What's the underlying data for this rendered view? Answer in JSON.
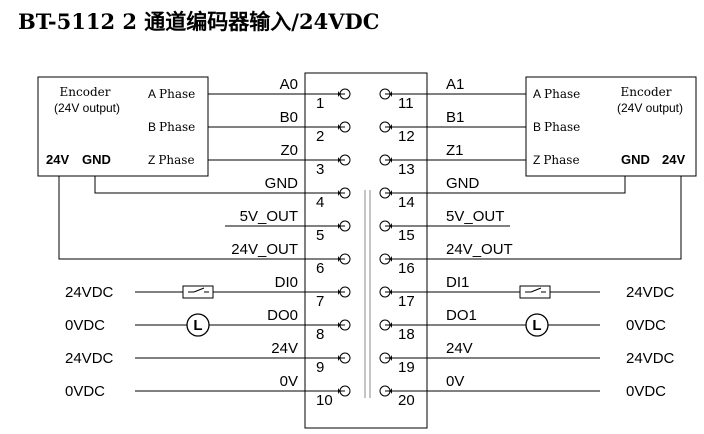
{
  "title": "BT-5112 2 通道编码器输入/24VDC",
  "encoder_left": {
    "name": "Encoder",
    "subtitle": "(24V output)",
    "phases": [
      {
        "letter": "A",
        "word": "Phase"
      },
      {
        "letter": "B",
        "word": "Phase"
      },
      {
        "letter": "Z",
        "word": "Phase"
      }
    ],
    "power_24v": "24V",
    "power_gnd": "GND"
  },
  "encoder_right": {
    "name": "Encoder",
    "subtitle": "(24V output)",
    "phases": [
      {
        "letter": "A",
        "word": "Phase"
      },
      {
        "letter": "B",
        "word": "Phase"
      },
      {
        "letter": "Z",
        "word": "Phase"
      }
    ],
    "power_gnd": "GND",
    "power_24v": "24V"
  },
  "terminals_left": [
    {
      "num": "1",
      "signal": "A0"
    },
    {
      "num": "2",
      "signal": "B0"
    },
    {
      "num": "3",
      "signal": "Z0"
    },
    {
      "num": "4",
      "signal": "GND"
    },
    {
      "num": "5",
      "signal": "5V_OUT"
    },
    {
      "num": "6",
      "signal": "24V_OUT"
    },
    {
      "num": "7",
      "signal": "DI0"
    },
    {
      "num": "8",
      "signal": "DO0"
    },
    {
      "num": "9",
      "signal": "24V"
    },
    {
      "num": "10",
      "signal": "0V"
    }
  ],
  "terminals_right": [
    {
      "num": "11",
      "signal": "A1"
    },
    {
      "num": "12",
      "signal": "B1"
    },
    {
      "num": "13",
      "signal": "Z1"
    },
    {
      "num": "14",
      "signal": "GND"
    },
    {
      "num": "15",
      "signal": "5V_OUT"
    },
    {
      "num": "16",
      "signal": "24V_OUT"
    },
    {
      "num": "17",
      "signal": "DI1"
    },
    {
      "num": "18",
      "signal": "DO1"
    },
    {
      "num": "19",
      "signal": "24V"
    },
    {
      "num": "20",
      "signal": "0V"
    }
  ],
  "supply_left": [
    "24VDC",
    "0VDC",
    "24VDC",
    "0VDC"
  ],
  "supply_right": [
    "24VDC",
    "0VDC",
    "24VDC",
    "0VDC"
  ],
  "lamp_symbol": "L"
}
